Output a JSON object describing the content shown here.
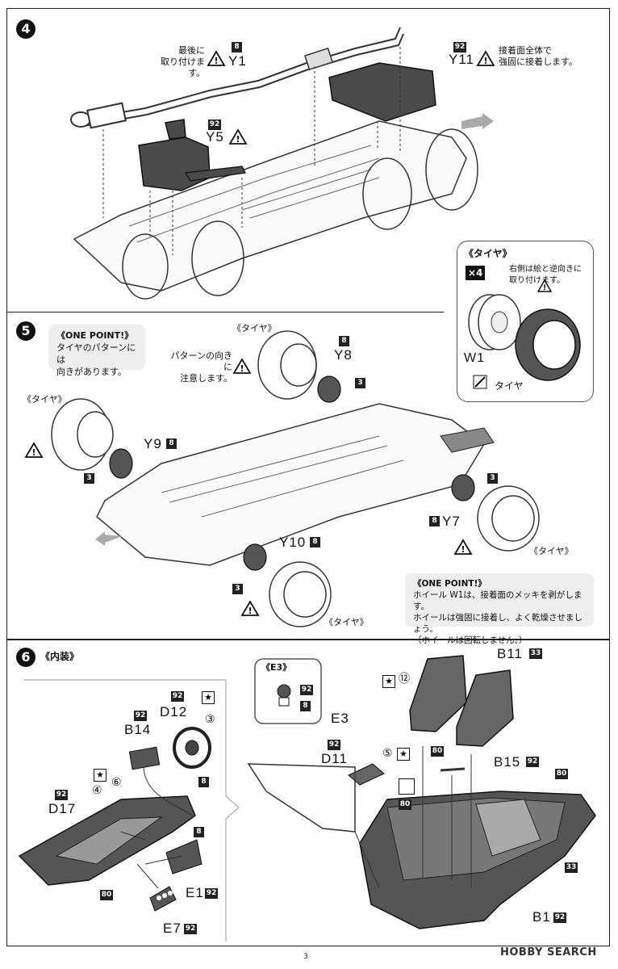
{
  "page_number": "3",
  "watermark": "HOBBY SEARCH",
  "step4": {
    "number": "4",
    "note_y1": "最後に\n取り付けます。",
    "label_y1": "Y1",
    "box_y1": "8",
    "label_y11": "Y11",
    "box_y11": "92",
    "note_y11": "接着面全体で\n強固に接着します。",
    "label_y5": "Y5",
    "box_y5": "92",
    "tire_inset": {
      "title": "《タイヤ》",
      "count": "×4",
      "note": "右側は絵と逆向きに\n取り付けます。",
      "label_w1": "W1",
      "label_tire": "タイヤ"
    }
  },
  "step5": {
    "number": "5",
    "onepoint1_title": "《ONE POINT!》",
    "onepoint1_body": "タイヤのパターンには\n向きがあります。",
    "tire_label": "《タイヤ》",
    "pattern_note": "パターンの向きに\n注意します。",
    "label_y8": "Y8",
    "box_y8": "8",
    "label_y9": "Y9",
    "box_y9": "8",
    "label_y7": "Y7",
    "box_y7": "8",
    "label_y10": "Y10",
    "box_y10": "8",
    "box_3": "3",
    "onepoint2_title": "《ONE POINT!》",
    "onepoint2_body": "ホイール W1は、接着面のメッキを剥がします。\nホイールは強固に接着し、よく乾燥させましょう。\n（ホイールは回転しません。）"
  },
  "step6": {
    "number": "6",
    "title": "《内装》",
    "e3_title": "《E3》",
    "box_92": "92",
    "box_8": "8",
    "box_80": "80",
    "box_33": "33",
    "label_d12": "D12",
    "label_b14": "B14",
    "label_d17": "D17",
    "label_e1": "E1",
    "label_e7": "E7",
    "label_e3": "E3",
    "label_d11": "D11",
    "label_b11": "B11",
    "label_b15": "B15",
    "label_b1": "B1",
    "circ_3": "③",
    "circ_4": "④",
    "circ_6": "⑥",
    "circ_5": "⑤",
    "circ_12": "⑫"
  }
}
